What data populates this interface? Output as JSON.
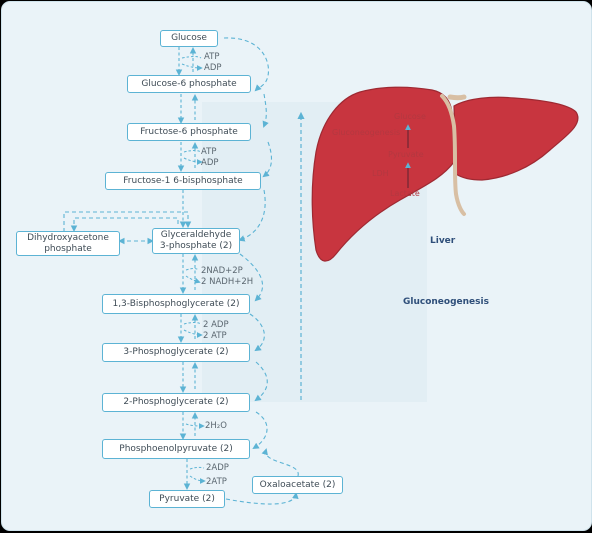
{
  "nodes": {
    "glucose": "Glucose",
    "g6p": "Glucose-6 phosphate",
    "f6p": "Fructose-6 phosphate",
    "f16bp": "Fructose-1 6-bisphosphate",
    "dhap": "Dihydroxyacetone\nphosphate",
    "g3p": "Glyceraldehyde\n3-phosphate (2)",
    "bpg": "1,3-Bisphosphoglycerate (2)",
    "pg3": "3-Phosphoglycerate (2)",
    "pg2": "2-Phosphoglycerate (2)",
    "pep": "Phosphoenolpyruvate (2)",
    "pyruvate": "Pyruvate (2)",
    "oaa": "Oxaloacetate (2)"
  },
  "cofactors": {
    "atp1": "ATP",
    "adp1": "ADP",
    "atp2": "ATP",
    "adp2": "ADP",
    "nad": "2NAD+2P",
    "nadh": "2 NADH+2H",
    "adp3": "2 ADP",
    "atp3": "2 ATP",
    "h2o": "2H₂O",
    "adp4": "2ADP",
    "atp4": "2ATP"
  },
  "liver": {
    "glucose": "Glucose",
    "gluconeogenesis": "Gluconeogenesis",
    "pyruvate": "Pyruvate",
    "ldh": "LDH",
    "lactate": "Lactate",
    "label": "Liver"
  },
  "pathway_label": "Gluconeogenesis",
  "colors": {
    "node_border": "#5cb3d4",
    "arrow": "#5cb3d4",
    "liver": "#c8353f",
    "ligament": "#d8bfa4",
    "title": "#2f4f7a"
  }
}
